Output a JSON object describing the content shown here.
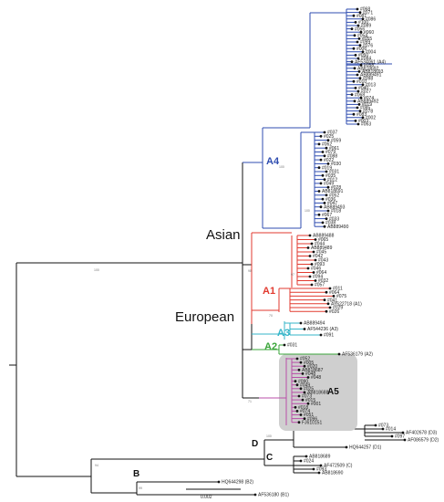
{
  "colors": {
    "asian": "#2f4db0",
    "european": "#e23a2f",
    "a3": "#35b5c9",
    "a2": "#3aa53a",
    "a5": "#b94fa8",
    "other": "#111111",
    "box": "#cfcfcf"
  },
  "regions": {
    "asian": "Asian",
    "european": "European"
  },
  "genotypes": {
    "a4": "A4",
    "a1": "A1",
    "a3": "A3",
    "a2": "A2",
    "a5": "A5",
    "b": "B",
    "c": "C",
    "d": "D"
  },
  "scale_label": "0.002",
  "asian_taxa": [
    "#068",
    "#071",
    "#081",
    "#086",
    "#100",
    "#089",
    "#056",
    "#060",
    "#054",
    "#055",
    "#099",
    "#076",
    "#006",
    "#004",
    "#050",
    "#084",
    "AF534061 (A4)",
    "#058",
    "AB818692",
    "AB818693",
    "AB889491",
    "#098",
    "#010",
    "#013",
    "#040",
    "#027",
    "#068",
    "#074",
    "AB889492",
    "#019",
    "#085",
    "#078",
    "#083",
    "#002",
    "#003",
    "#063",
    "#037",
    "#025",
    "#059",
    "#062",
    "#061",
    "#079",
    "#088",
    "#022",
    "#030",
    "#019",
    "#031",
    "#035",
    "#012",
    "#049",
    "#028",
    "AB818691",
    "#052",
    "#036",
    "#047",
    "AB889493",
    "#018",
    "#067",
    "#033",
    "#038",
    "AB889490"
  ],
  "european_taxa": [
    "AB889488",
    "#065",
    "#044",
    "AB889489",
    "#045",
    "#042",
    "#043",
    "#093",
    "#046",
    "#064",
    "#094",
    "#032",
    "#057",
    "#011",
    "#064",
    "#075",
    "#041",
    "AY622718 (A1)",
    "#029",
    "#026",
    "AB889494",
    "AF544236 (A3)",
    "#091"
  ],
  "a2_taxa": [
    "#031",
    "AF536179 (A2)"
  ],
  "a5_taxa": [
    "#052",
    "#005",
    "#020",
    "AB818687",
    "#048",
    "#048",
    "#090",
    "#049",
    "#025",
    "AB818688",
    "#073",
    "#015",
    "#001",
    "#018",
    "#074",
    "#051",
    "#096",
    "FJ610151"
  ],
  "outgroup_taxa": [
    "#073",
    "#014",
    "AF402678 (D3)",
    "#097",
    "AF086579 (D2)",
    "HQ644257 (D1)",
    "AB818689",
    "#024",
    "AF472509 (C)",
    "#093",
    "AB818690",
    "HQ644298 (B2)",
    "AF536180 (B1)"
  ],
  "bootstrap": [
    "100",
    "100",
    "100",
    "98",
    "97",
    "70",
    "71",
    "94",
    "100",
    "99",
    "100",
    "99"
  ]
}
